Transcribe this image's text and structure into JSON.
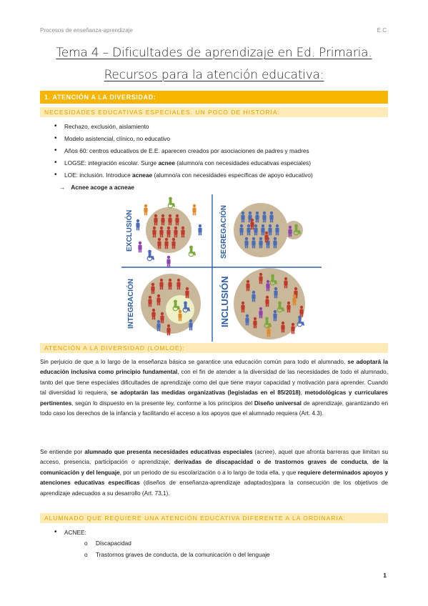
{
  "header": {
    "left": "Procesos de enseñanza-aprendizaje",
    "right": "E.C"
  },
  "title": {
    "line1": "Tema 4 – Dificultades de aprendizaje en Ed. Primaria.",
    "line2": "Recursos para la atención educativa:"
  },
  "section1": {
    "label": "1. ATENCIÓN A LA DIVERSIDAD:"
  },
  "subsection_history": {
    "label": "NECESIDADES EDUCATIVAS ESPECIALES. UN POCO DE HISTORIA:"
  },
  "history_items": [
    {
      "pre": "Rechazo, exclusión, aislamiento",
      "bold": "",
      "post": ""
    },
    {
      "pre": "Modelo asistencial, clínico, no educativo",
      "bold": "",
      "post": ""
    },
    {
      "pre": "Años 60: centros educativos de E.E. aparecen creados por asociaciones de padres y madres",
      "bold": "",
      "post": ""
    },
    {
      "pre": "LOGSE: integración escolar. Surge ",
      "bold": "acnee",
      "post": " (alumno/a con necesidades educativas especiales)"
    },
    {
      "pre": "LOE: inclusión. Introduce ",
      "bold": "acneae",
      "post": " (alumno/a con necesidades específicas de apoyo educativo)"
    }
  ],
  "arrow_note": {
    "arrow": "→",
    "text": "Acnee acoge a acneae"
  },
  "figure": {
    "labels": {
      "exclusion": "EXCLUSIÓN",
      "segregation": "SEGREGACIÓN",
      "integration": "INTEGRACIÓN",
      "inclusion": "INCLUSIÓN"
    },
    "colors": {
      "axis": "#2e5fa6",
      "label": "#2e5fa6",
      "disk": "#c9b89a",
      "inner": "#eef0c6",
      "red": "#c0392b",
      "blue": "#4b6cb7",
      "purple": "#8e44ad",
      "orange": "#e08a2c",
      "green": "#7aa83b"
    },
    "icons": [
      "person-icon",
      "wheelchair-icon"
    ]
  },
  "subsection_attention": {
    "label": "ATENCIÓN A LA DIVERSIDAD (LOMLOE):"
  },
  "paragraph1": {
    "s1": "Sin perjuicio de que a lo largo de la enseñanza básica se garantice una educación común para todo el alumnado, ",
    "b1": "se adoptará la educación inclusiva como principio fundamental",
    "s2": ", con el fin de atender a la diversidad de las necesidades de todo el alumnado, tanto del que tiene especiales dificultades de aprendizaje como del que tiene mayor capacidad y motivación para aprender. Cuando tal diversidad lo requiera, ",
    "b2": "se adoptarán las medidas organizativas (legisladas en el 85/2018)",
    "s3": ", ",
    "b3": "metodológicas y curriculares pertinentes",
    "s4": ", según lo dispuesto en la presente ley, conforme a los principios del ",
    "b4": "Diseño universal",
    "s5": " de aprendizaje, garantizando en todo caso los derechos de la infancia y facilitando el acceso a los apoyos que el alumnado requiera (Art. 4.3)."
  },
  "paragraph2": {
    "s1": "Se entiende por ",
    "b1": "alumnado que presenta necesidades educativas especiales",
    "s2": " (acnee), aquel que afronta barreras que limitan su acceso, presencia, participación o aprendizaje, ",
    "b2": "derivadas de discapacidad o de trastornos graves de conducta",
    "s3": ", ",
    "b3": "de la comunicación y del lenguaje",
    "s4": ", por un periodo de su escolarización o a lo largo de toda ella, y que ",
    "b4": "requiere determinados apoyos y atenciones educativas específicas",
    "s5": " (diseños de enseñanza-aprendizaje adaptados)para la consecución de los objetivos de aprendizaje adecuados a su desarrollo (Art. 73,1)."
  },
  "subsection_students": {
    "label": "ALUMNADO QUE REQUIERE UNA ATENCIÓN EDUCATIVA DIFERENTE A LA ORDINARIA:"
  },
  "acnee": {
    "label": "ACNEE:",
    "items": [
      "Discapacidad",
      "Trastornos graves de conducta, de la comunicación o del lenguaje"
    ]
  },
  "page_number": "1"
}
